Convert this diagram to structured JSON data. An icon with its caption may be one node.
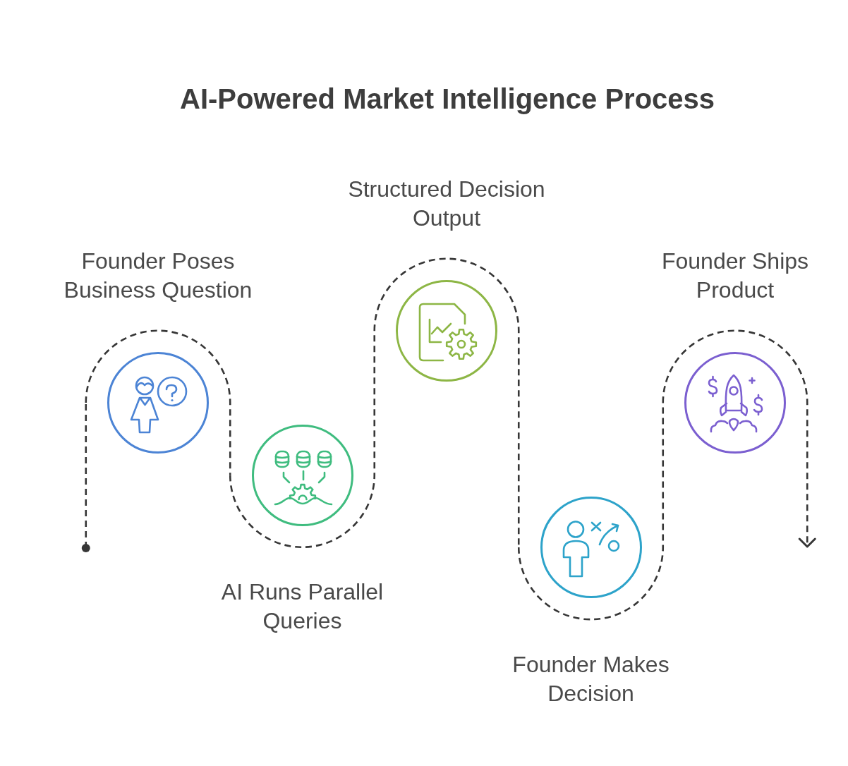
{
  "diagram": {
    "title": "AI-Powered Market Intelligence Process",
    "nodes": [
      {
        "text": [
          "Founder Poses Business Question"
        ]
      },
      {
        "text": [
          "AI Runs Parallel Queries"
        ]
      },
      {
        "text": [
          "Structured Decision Output"
        ]
      },
      {
        "text": [
          "Founder Makes Decision"
        ]
      },
      {
        "text": [
          "Founder Ships Product"
        ]
      }
    ],
    "edges": [
      {
        "from": null,
        "to": 0,
        "arrow": "other",
        "style": "dashed"
      },
      {
        "from": 0,
        "to": 1,
        "arrow": "none",
        "style": "dashed"
      },
      {
        "from": 1,
        "to": 2,
        "arrow": "none",
        "style": "dashed"
      },
      {
        "from": 2,
        "to": 3,
        "arrow": "none",
        "style": "dashed"
      },
      {
        "from": 3,
        "to": 4,
        "arrow": "none",
        "style": "dashed"
      },
      {
        "from": 4,
        "to": null,
        "arrow": "to",
        "style": "dashed"
      }
    ]
  }
}
